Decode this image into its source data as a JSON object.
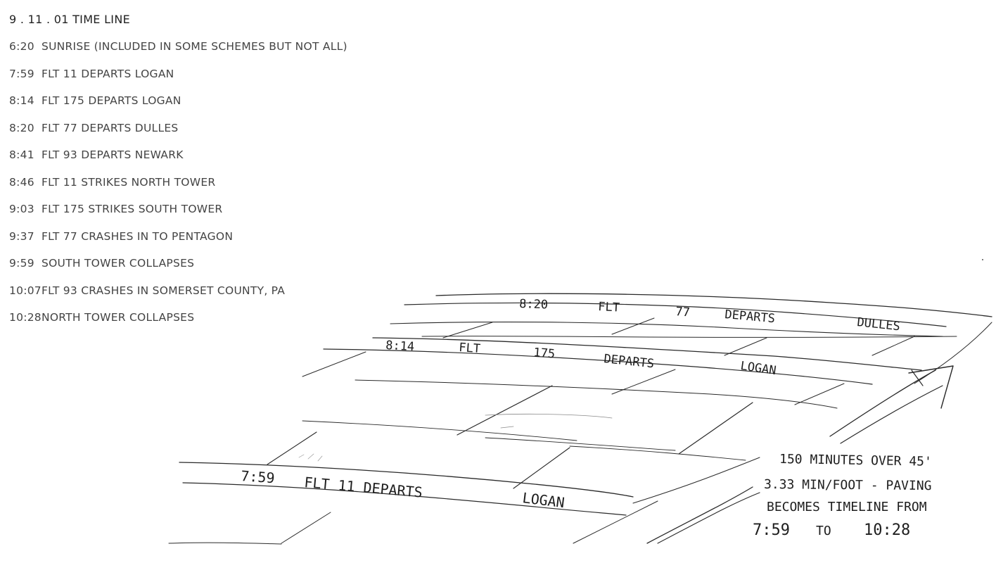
{
  "title": "9 . 11 . 01 TIME LINE",
  "events": [
    {
      "time": "6:20",
      "text": "SUNRISE (INCLUDED IN SOME SCHEMES BUT NOT ALL)"
    },
    {
      "time": "7:59",
      "text": "FLT 11 DEPARTS LOGAN"
    },
    {
      "time": "8:14",
      "text": "FLT 175 DEPARTS LOGAN"
    },
    {
      "time": "8:20",
      "text": "FLT 77 DEPARTS DULLES"
    },
    {
      "time": "8:41",
      "text": "FLT 93 DEPARTS NEWARK"
    },
    {
      "time": "8:46",
      "text": "FLT 11 STRIKES NORTH TOWER"
    },
    {
      "time": "9:03",
      "text": "FLT 175 STRIKES SOUTH TOWER"
    },
    {
      "time": "9:37",
      "text": "FLT 77 CRASHES IN TO PENTAGON"
    },
    {
      "time": "9:59",
      "text": "SOUTH TOWER COLLAPSES"
    },
    {
      "time": "10:07",
      "text": "FLT 93 CRASHES IN SOMERSET COUNTY, PA"
    },
    {
      "time": "10:28",
      "text": "NORTH TOWER COLLAPSES"
    }
  ],
  "sketch": {
    "band_labels": {
      "b1": {
        "time": "8:20",
        "flt": "FLT",
        "num": "77",
        "verb": "DEPARTS",
        "place": "DULLES"
      },
      "b2": {
        "time": "8:14",
        "flt": "FLT",
        "num": "175",
        "verb": "DEPARTS",
        "place": "LOGAN"
      },
      "b3": {
        "time": "7:59",
        "text": "FLT 11 DEPARTS",
        "place": "LOGAN"
      }
    },
    "note": {
      "line1": "150 MINUTES OVER 45'",
      "line2": "3.33 MIN/FOOT - PAVING",
      "line3": "BECOMES TIMELINE FROM",
      "from": "7:59",
      "to": "TO",
      "end": "10:28"
    }
  }
}
